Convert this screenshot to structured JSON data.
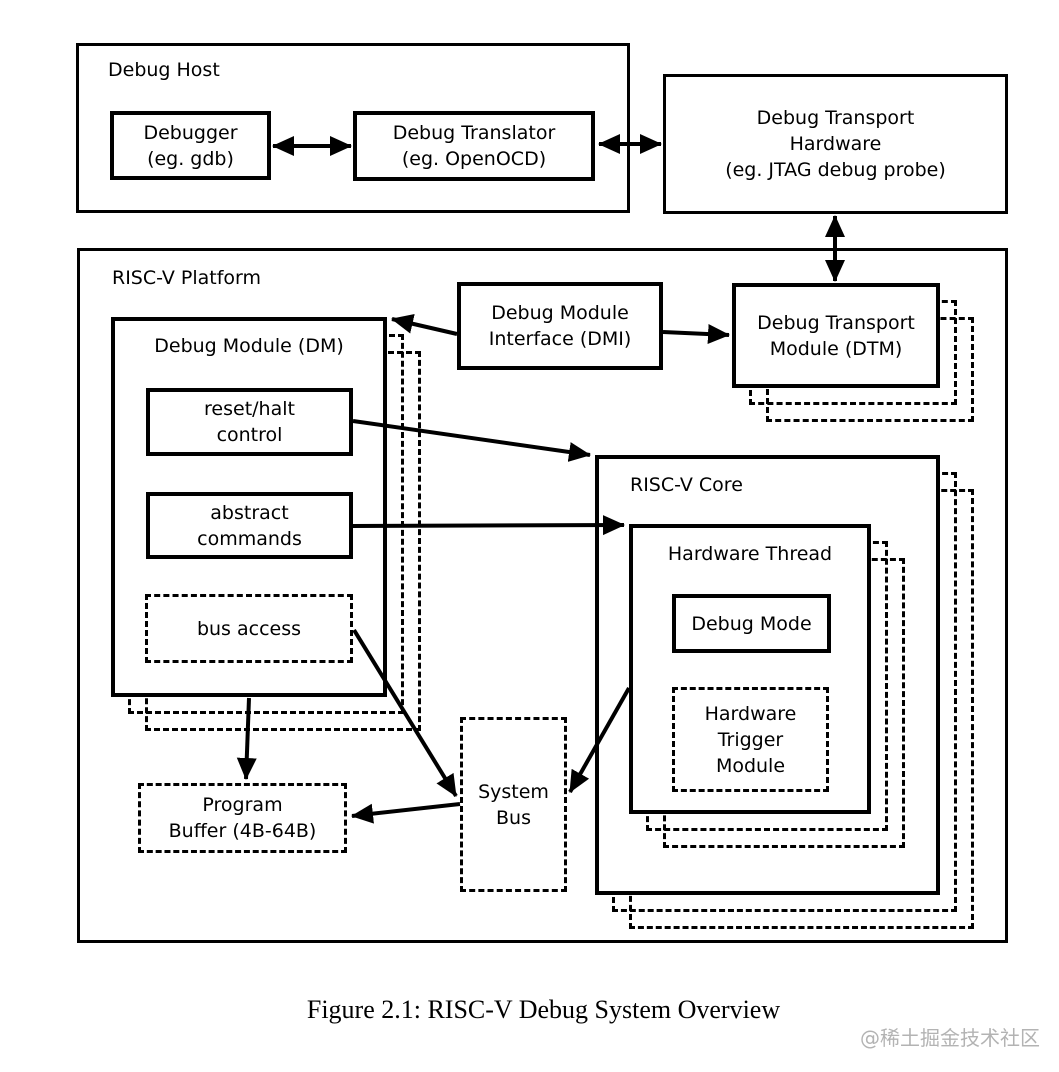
{
  "nodes": {
    "debug_host": {
      "label": "Debug Host"
    },
    "debugger": {
      "label": "Debugger\n(eg. gdb)"
    },
    "debug_translator": {
      "label": "Debug Translator\n(eg. OpenOCD)"
    },
    "debug_transport_hardware": {
      "label": "Debug Transport\nHardware\n(eg. JTAG debug probe)"
    },
    "riscv_platform": {
      "label": "RISC-V Platform"
    },
    "debug_module": {
      "label": "Debug Module (DM)"
    },
    "reset_halt_control": {
      "label": "reset/halt\ncontrol"
    },
    "abstract_commands": {
      "label": "abstract\ncommands"
    },
    "bus_access": {
      "label": "bus access"
    },
    "dmi": {
      "label": "Debug Module\nInterface (DMI)"
    },
    "dtm": {
      "label": "Debug Transport\nModule (DTM)"
    },
    "riscv_core": {
      "label": "RISC-V Core"
    },
    "hardware_thread": {
      "label": "Hardware Thread"
    },
    "debug_mode": {
      "label": "Debug Mode"
    },
    "hardware_trigger_module": {
      "label": "Hardware\nTrigger\nModule"
    },
    "program_buffer": {
      "label": "Program\nBuffer (4B-64B)"
    },
    "system_bus": {
      "label": "System\nBus"
    }
  },
  "edges": [
    {
      "from": "debugger",
      "to": "debug_translator",
      "style": "bidirectional"
    },
    {
      "from": "debug_translator",
      "to": "debug_transport_hardware",
      "style": "bidirectional"
    },
    {
      "from": "debug_transport_hardware",
      "to": "dtm",
      "style": "bidirectional"
    },
    {
      "from": "dmi",
      "to": "debug_module",
      "style": "arrow"
    },
    {
      "from": "dmi",
      "to": "dtm",
      "style": "arrow"
    },
    {
      "from": "reset_halt_control",
      "to": "riscv_core",
      "style": "arrow"
    },
    {
      "from": "abstract_commands",
      "to": "hardware_thread",
      "style": "arrow"
    },
    {
      "from": "debug_module",
      "to": "program_buffer",
      "style": "arrow"
    },
    {
      "from": "bus_access",
      "to": "system_bus",
      "style": "arrow"
    },
    {
      "from": "system_bus",
      "to": "program_buffer",
      "style": "arrow"
    },
    {
      "from": "hardware_thread",
      "to": "system_bus",
      "style": "arrow"
    }
  ],
  "caption": "Figure 2.1: RISC-V Debug System Overview",
  "watermark": "@稀土掘金技术社区",
  "colors": {
    "line": "#000000",
    "background": "#ffffff",
    "watermark": "#b3b3b3"
  }
}
